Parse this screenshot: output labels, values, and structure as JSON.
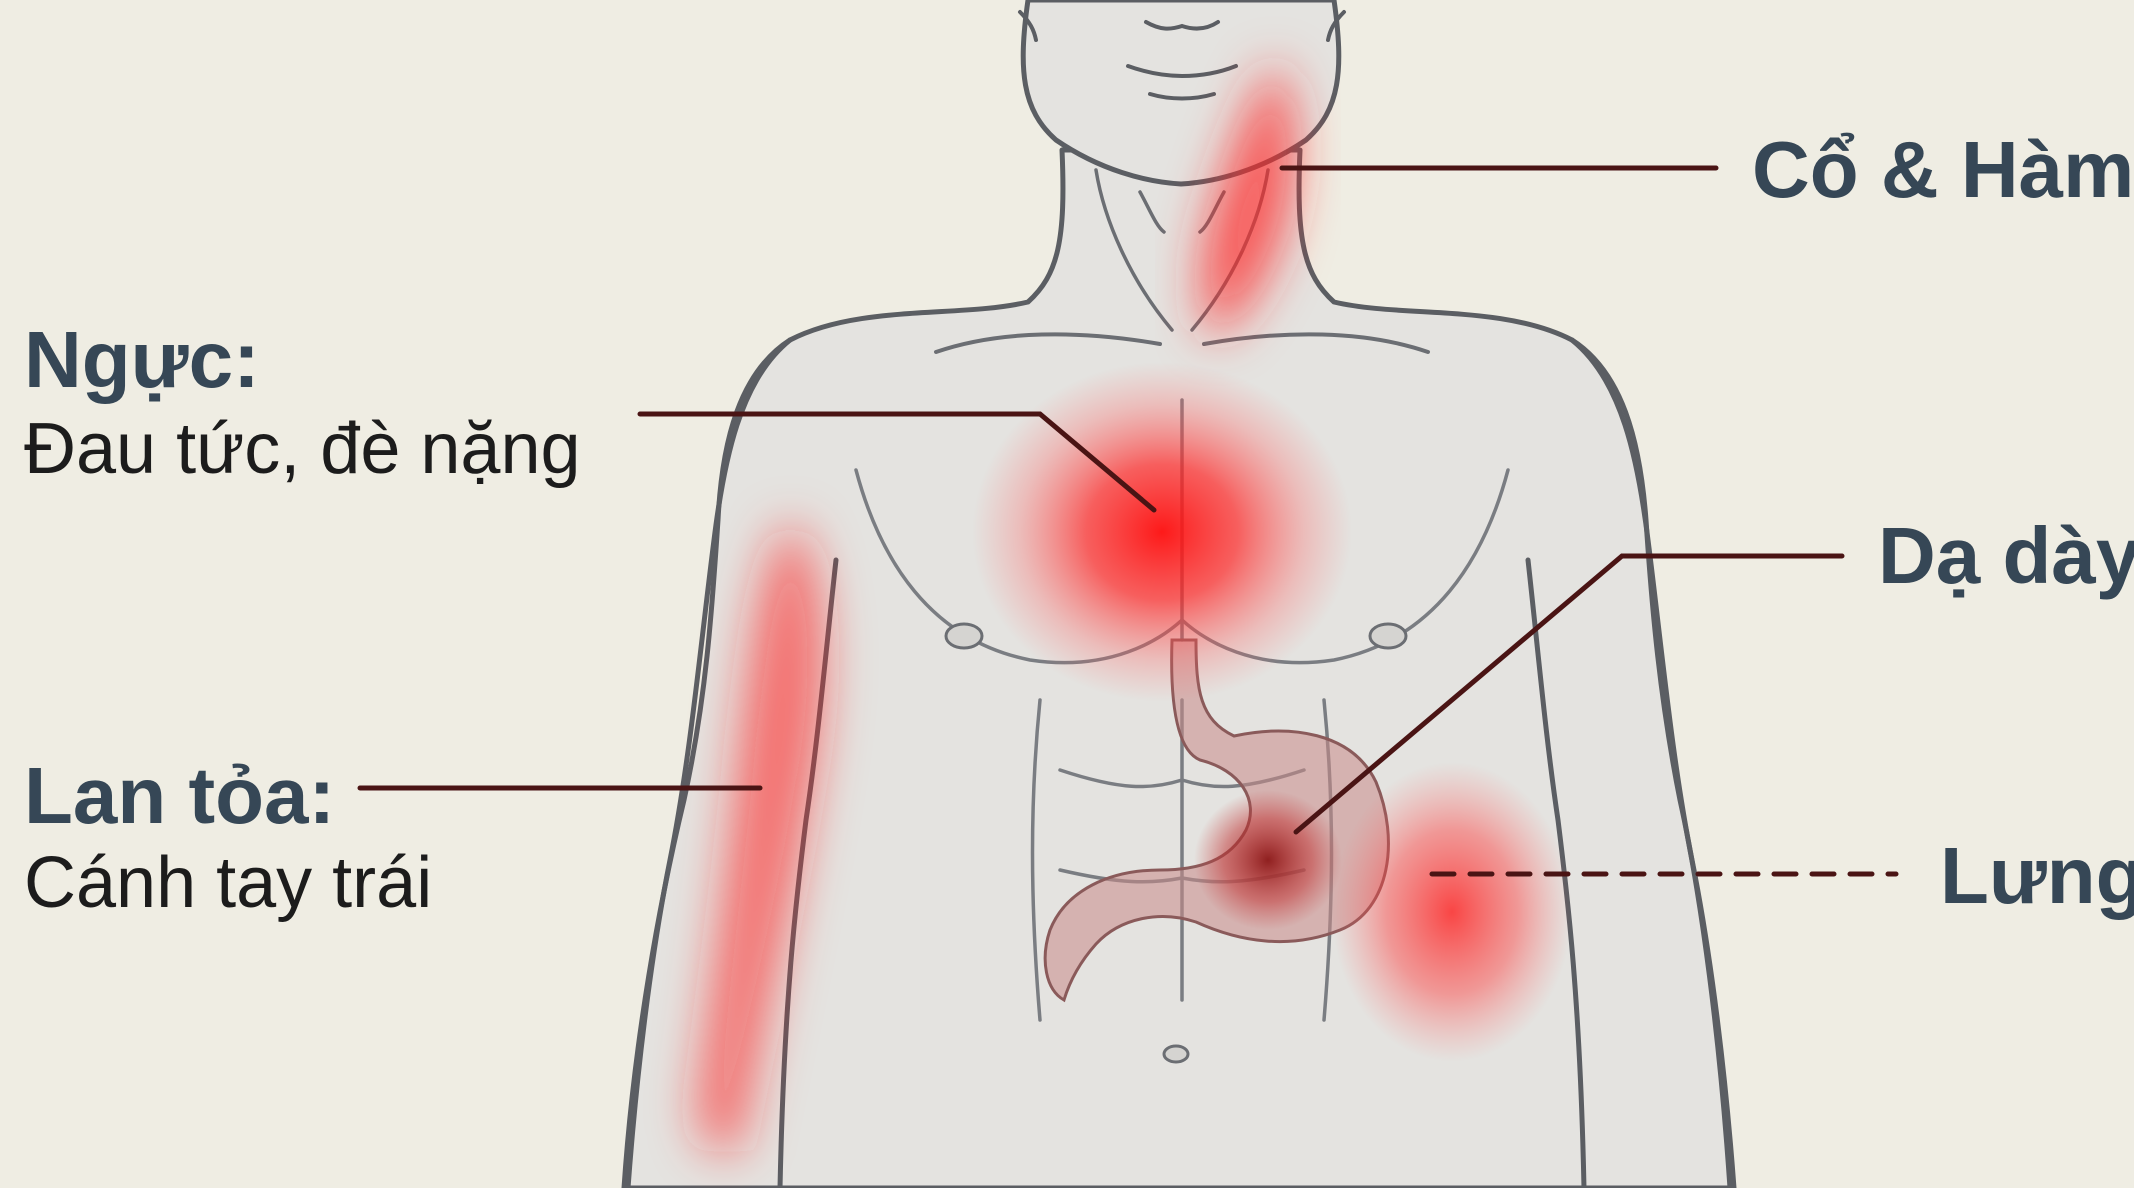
{
  "labels": {
    "neck_jaw": "Cổ & Hàm",
    "chest_title": "Ngực:",
    "chest_desc": "Đau tức, đè nặng",
    "stomach": "Dạ dày",
    "radiate_title": "Lan tỏa:",
    "radiate_desc": "Cánh tay trái",
    "back": "Lưng"
  },
  "colors": {
    "background": "#efede3",
    "body_fill": "#e4e3e0",
    "body_outline": "#5b5e63",
    "pain_red": "#ff1e1e",
    "stomach_fill": "#c98a88",
    "leader_line": "#4a1414",
    "label_bold": "#364756",
    "label_text": "#1c1c1c"
  }
}
